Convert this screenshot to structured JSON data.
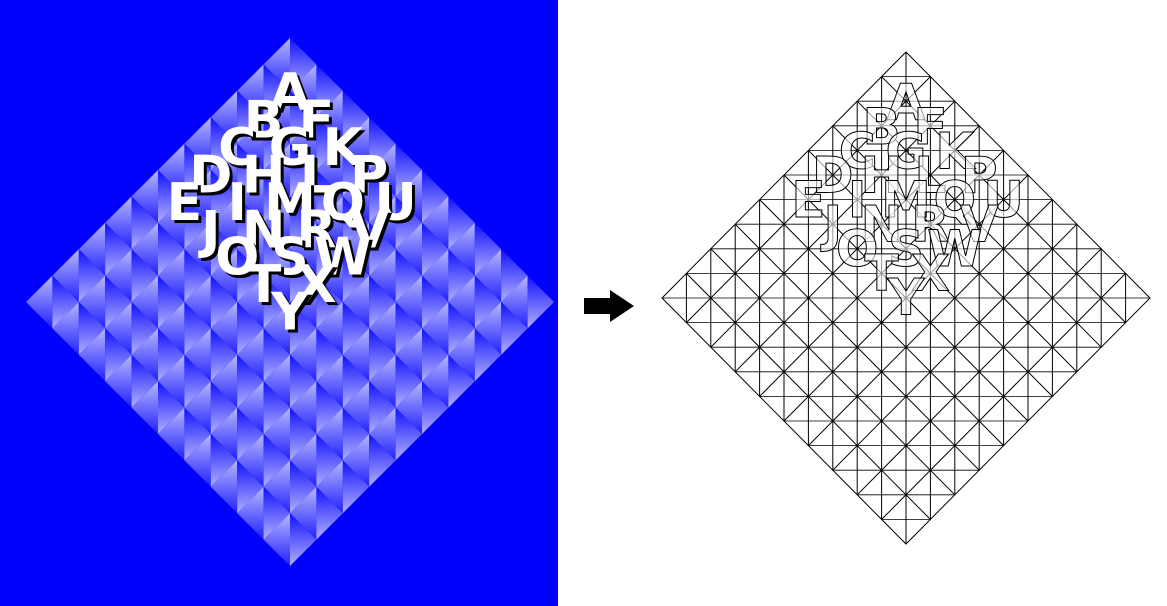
{
  "colors": {
    "background_left": "#0000ff",
    "tile_light": "#a8a8ff",
    "tile_dark": "#1a1aff",
    "letter_fill": "#ffffff",
    "letter_shadow": "#000000",
    "outline": "#000000",
    "right_background": "#ffffff"
  },
  "arrow_icon": "right-arrow-icon",
  "letters": [
    {
      "char": "A",
      "row": 0,
      "col": 0
    },
    {
      "char": "B",
      "row": 1,
      "col": 0
    },
    {
      "char": "F",
      "row": 1,
      "col": 1
    },
    {
      "char": "C",
      "row": 2,
      "col": 0
    },
    {
      "char": "G",
      "row": 2,
      "col": 1
    },
    {
      "char": "K",
      "row": 2,
      "col": 2
    },
    {
      "char": "D",
      "row": 3,
      "col": 0
    },
    {
      "char": "H",
      "row": 3,
      "col": 1
    },
    {
      "char": "L",
      "row": 3,
      "col": 2
    },
    {
      "char": "P",
      "row": 3,
      "col": 3
    },
    {
      "char": "E",
      "row": 4,
      "col": 0
    },
    {
      "char": "I",
      "row": 4,
      "col": 1
    },
    {
      "char": "M",
      "row": 4,
      "col": 2
    },
    {
      "char": "Q",
      "row": 4,
      "col": 3
    },
    {
      "char": "U",
      "row": 4,
      "col": 4
    },
    {
      "char": "J",
      "row": 5,
      "col": 1
    },
    {
      "char": "N",
      "row": 5,
      "col": 2
    },
    {
      "char": "R",
      "row": 5,
      "col": 3
    },
    {
      "char": "V",
      "row": 5,
      "col": 4
    },
    {
      "char": "O",
      "row": 6,
      "col": 2
    },
    {
      "char": "S",
      "row": 6,
      "col": 3
    },
    {
      "char": "W",
      "row": 6,
      "col": 4
    },
    {
      "char": "T",
      "row": 7,
      "col": 3
    },
    {
      "char": "X",
      "row": 7,
      "col": 4
    },
    {
      "char": "Y",
      "row": 8,
      "col": 4
    }
  ]
}
